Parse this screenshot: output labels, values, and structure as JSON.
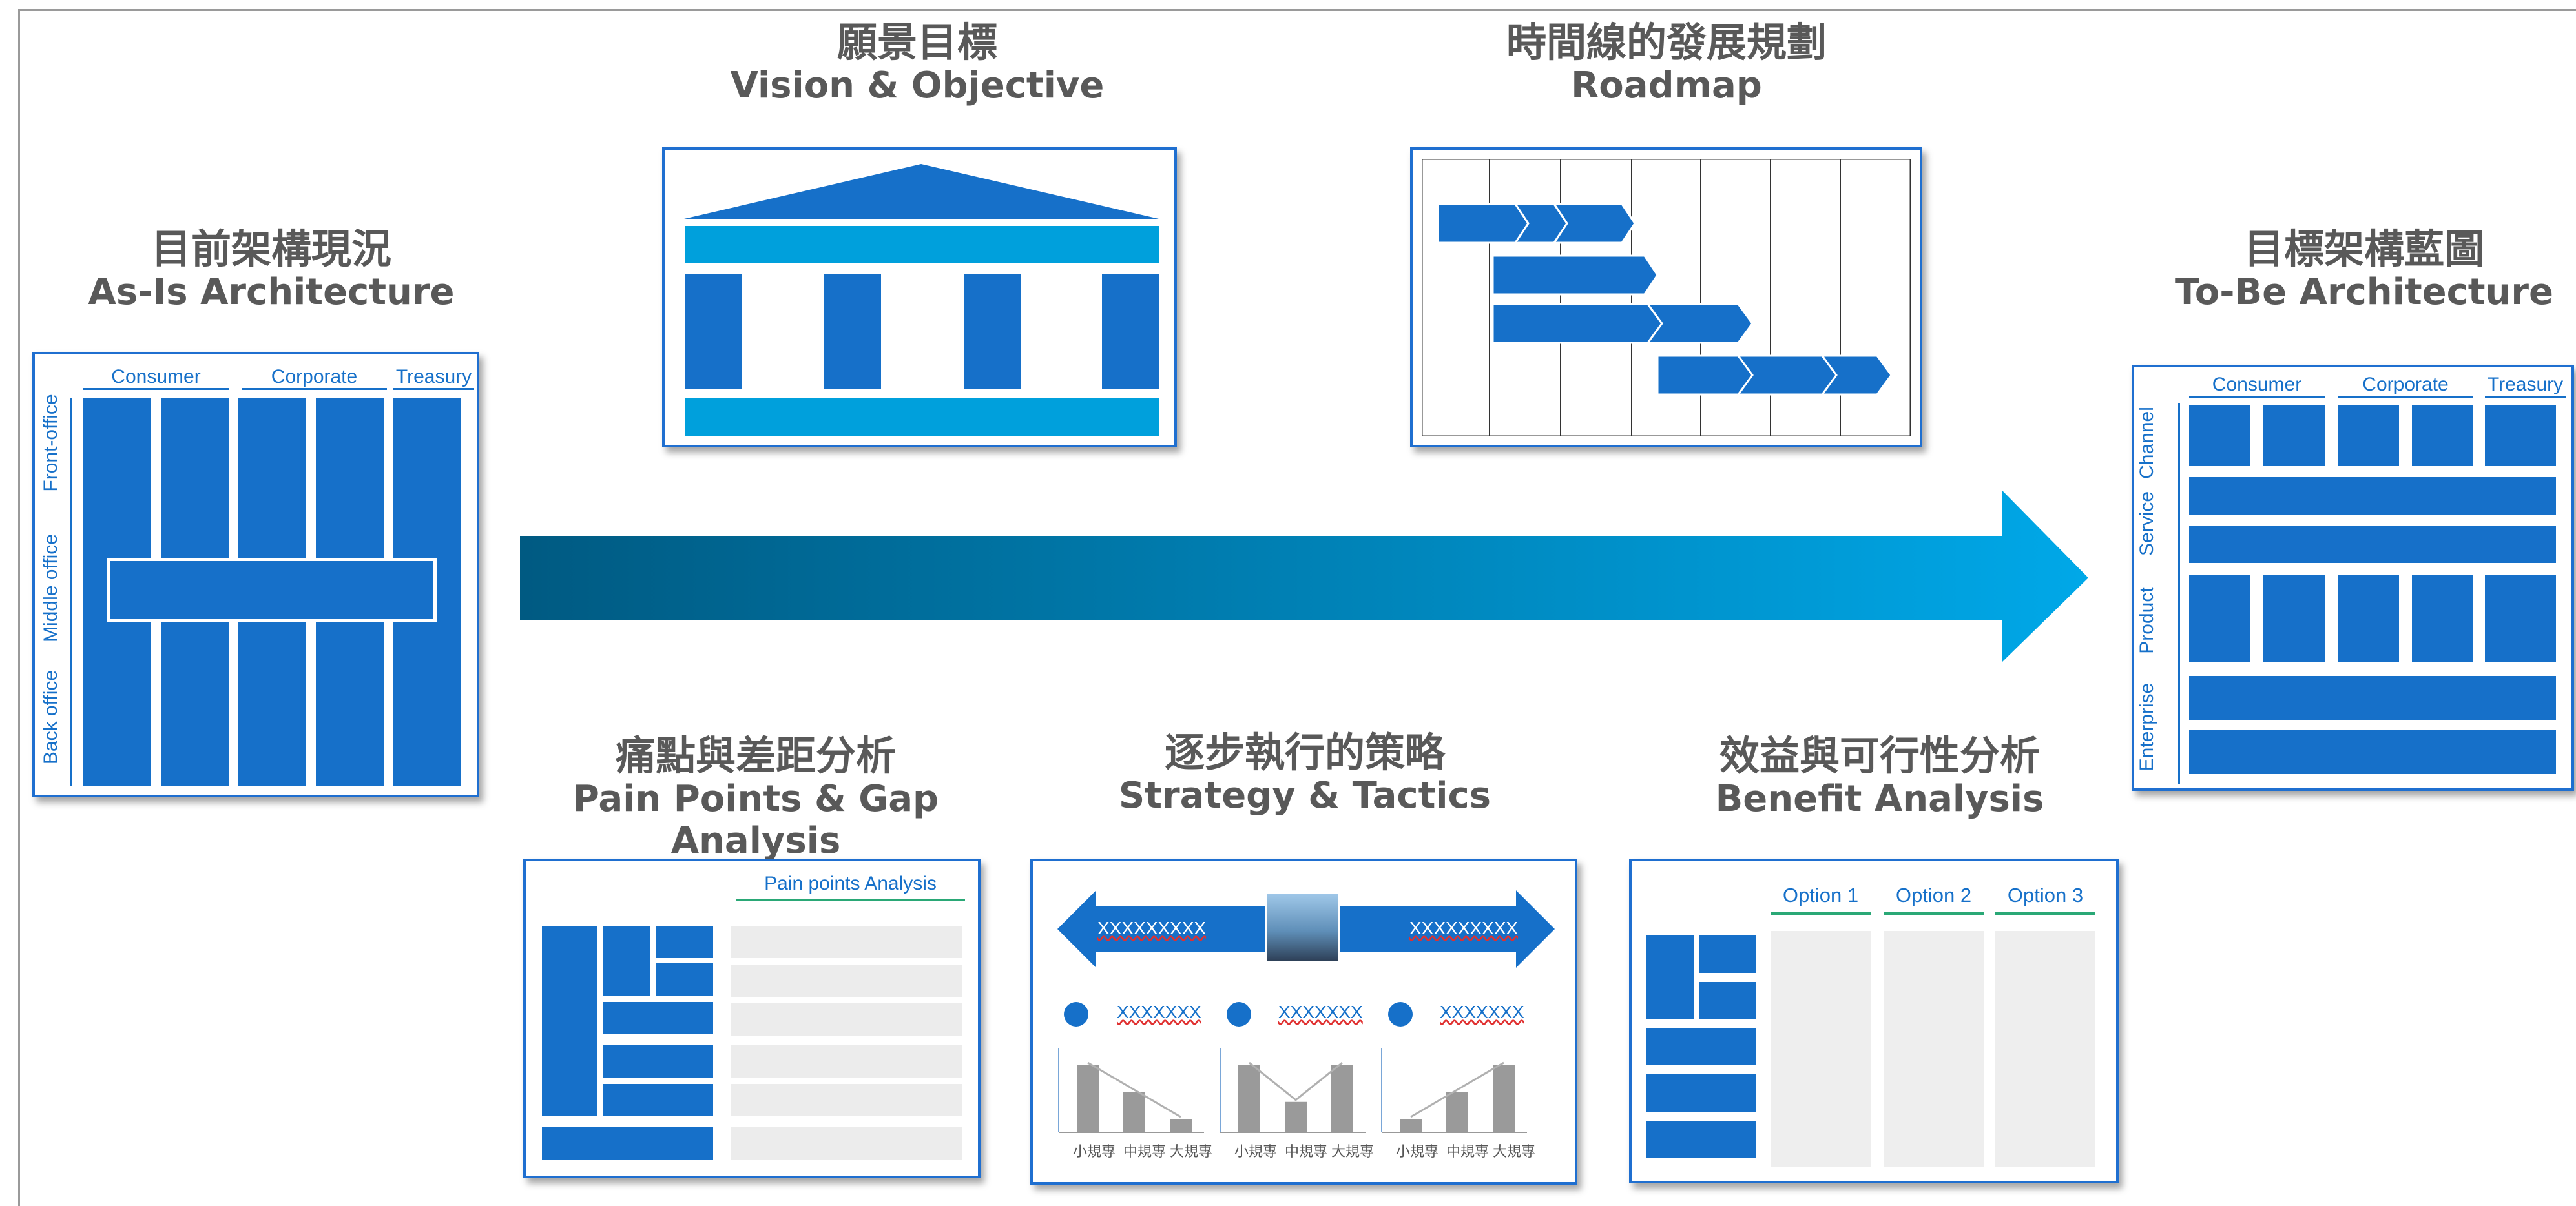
{
  "titles": {
    "asis": {
      "zh": "目前架構現況",
      "en": "As-Is Architecture"
    },
    "vision": {
      "zh": "願景目標",
      "en": "Vision & Objective"
    },
    "roadmap": {
      "zh": "時間線的發展規劃",
      "en": "Roadmap"
    },
    "tobe": {
      "zh": "目標架構藍圖",
      "en": "To-Be Architecture"
    },
    "pain": {
      "zh": "痛點與差距分析",
      "en": "Pain Points & Gap Analysis"
    },
    "strategy": {
      "zh": "逐步執行的策略",
      "en": "Strategy & Tactics"
    },
    "benefit": {
      "zh": "效益與可行性分析",
      "en": "Benefit Analysis"
    }
  },
  "asis": {
    "columns": [
      "Consumer",
      "Corporate",
      "Treasury"
    ],
    "rows": [
      "Front-office",
      "Middle office",
      "Back office"
    ]
  },
  "tobe": {
    "columns": [
      "Consumer",
      "Corporate",
      "Treasury"
    ],
    "rows": [
      "Channel",
      "Service",
      "Product",
      "Enterprise"
    ]
  },
  "pain": {
    "header": "Pain points Analysis"
  },
  "strategy": {
    "left_arrow_text": "XXXXXXXXX",
    "right_arrow_text": "XXXXXXXXX",
    "items": [
      "XXXXXXX",
      "XXXXXXX",
      "XXXXXXX"
    ],
    "tick_labels": [
      "小規專",
      "中規專",
      "大規專"
    ],
    "mini_charts": [
      {
        "values": [
          1.0,
          0.6,
          0.2
        ]
      },
      {
        "values": [
          1.0,
          0.45,
          1.0
        ]
      },
      {
        "values": [
          0.2,
          0.6,
          1.0
        ]
      }
    ]
  },
  "benefit": {
    "options": [
      "Option 1",
      "Option 2",
      "Option 3"
    ]
  },
  "colors": {
    "primary": "#1670c9",
    "cyan": "#00a0dc",
    "arrow_dark": "#005a82",
    "arrow_light": "#00a8e8"
  }
}
